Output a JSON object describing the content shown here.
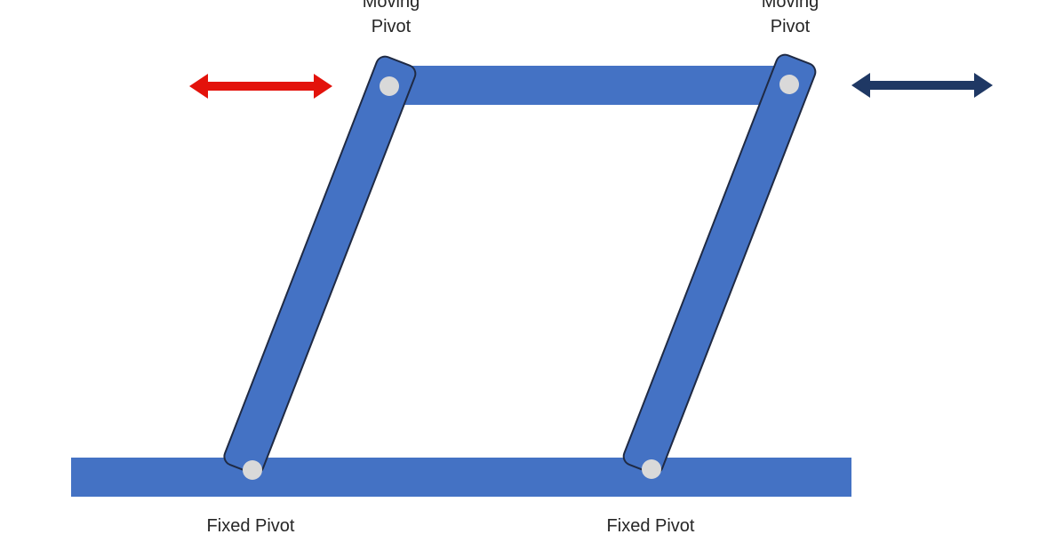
{
  "labels": {
    "moving_pivot_left": [
      "Moving",
      "Pivot"
    ],
    "moving_pivot_right": [
      "Moving",
      "Pivot"
    ],
    "fixed_pivot_left": "Fixed Pivot",
    "fixed_pivot_right": "Fixed Pivot"
  },
  "colors": {
    "link_fill": "#4472C4",
    "link_stroke": "#1F2A44",
    "pivot_fill": "#D9D9D9",
    "arrow_left": "#E3120B",
    "arrow_right": "#1F3864",
    "background": "#FFFFFF"
  },
  "arrows": {
    "left_motion": "double-headed-horizontal",
    "right_motion": "double-headed-horizontal"
  }
}
